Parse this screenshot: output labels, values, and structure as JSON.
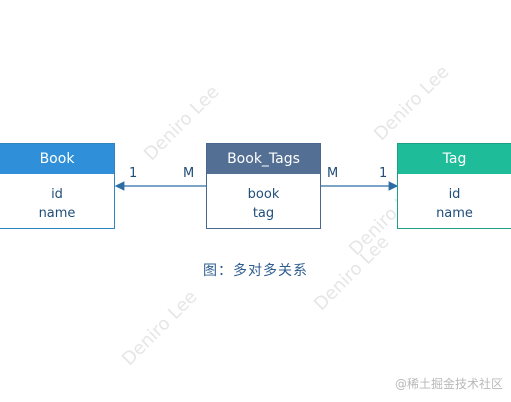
{
  "entities": {
    "book": {
      "title": "Book",
      "fields": [
        "id",
        "name"
      ]
    },
    "book_tags": {
      "title": "Book_Tags",
      "fields": [
        "book",
        "tag"
      ]
    },
    "tag": {
      "title": "Tag",
      "fields": [
        "id",
        "name"
      ]
    }
  },
  "relations": {
    "left": {
      "one": "1",
      "many": "M"
    },
    "right": {
      "many": "M",
      "one": "1"
    }
  },
  "caption": "图：多对多关系",
  "watermark": "Deniro Lee",
  "credit": "@稀土掘金技术社区",
  "colors": {
    "book_header": "#2f8fd8",
    "book_tags_header": "#536f94",
    "tag_header": "#1ebc98",
    "arrow": "#2e6da4"
  }
}
